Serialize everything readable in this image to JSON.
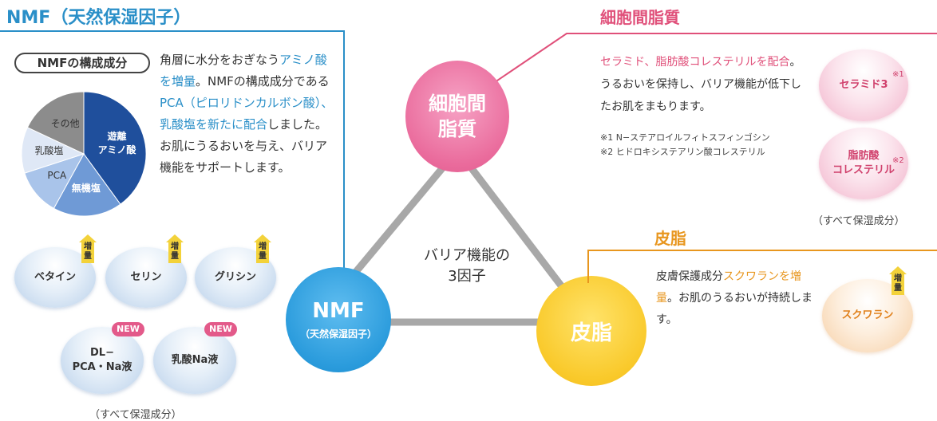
{
  "nmf_section": {
    "title": "NMF（天然保湿因子）",
    "badge": "NMFの構成成分",
    "desc": [
      {
        "t": "角層に水分をおぎなう",
        "c": ""
      },
      {
        "t": "アミノ酸を増量",
        "c": "blue"
      },
      {
        "t": "。NMFの構成成分である",
        "c": ""
      },
      {
        "t": "PCA（ピロリドンカルボン酸）、乳酸塩を新たに配合",
        "c": "blue"
      },
      {
        "t": "しました。お肌にうるおいを与え、バリア機能をサポートします。",
        "c": ""
      }
    ],
    "ingredients": [
      {
        "name": "ベタイン",
        "badge": "増量"
      },
      {
        "name": "セリン",
        "badge": "増量"
      },
      {
        "name": "グリシン",
        "badge": "増量"
      },
      {
        "name": "DL−\nPCA・Na液",
        "badge": "NEW"
      },
      {
        "name": "乳酸Na液",
        "badge": "NEW"
      }
    ],
    "note": "（すべて保湿成分）"
  },
  "chart_data": {
    "type": "pie",
    "title": "NMFの構成成分",
    "slices": [
      {
        "label": "遊離\nアミノ酸",
        "value": 40,
        "color": "#1f4f9c"
      },
      {
        "label": "無機塩",
        "value": 18,
        "color": "#6f9ad6"
      },
      {
        "label": "PCA",
        "value": 12,
        "color": "#a9c4ea"
      },
      {
        "label": "乳酸塩",
        "value": 12,
        "color": "#dfe8f6"
      },
      {
        "label": "その他",
        "value": 18,
        "color": "#8c8c8c"
      }
    ]
  },
  "factors": {
    "lipid": "細胞間\n脂質",
    "nmf_main": "NMF",
    "nmf_sub": "（天然保湿因子）",
    "sebum": "皮脂",
    "center": "バリア機能の\n3因子",
    "colors": {
      "lipid": "#e8679b",
      "nmf": "#2a9bdc",
      "sebum": "#f7c52a",
      "line": "#a8a8a8"
    }
  },
  "lipid_section": {
    "title": "細胞間脂質",
    "desc": [
      {
        "t": "セラミド、脂肪酸コレステリルを配合",
        "c": "pink"
      },
      {
        "t": "。うるおいを保持し、バリア機能が低下したお肌をまもります。",
        "c": ""
      }
    ],
    "notes": [
      "※1 N−ステアロイルフィトスフィンゴシン",
      "※2 ヒドロキシステアリン酸コレステリル"
    ],
    "ingredients": [
      {
        "name": "セラミド3",
        "mark": "※1"
      },
      {
        "name": "脂肪酸\nコレステリル",
        "mark": "※2"
      }
    ],
    "note": "（すべて保湿成分）"
  },
  "sebum_section": {
    "title": "皮脂",
    "desc": [
      {
        "t": "皮膚保護成分",
        "c": ""
      },
      {
        "t": "スクワランを増量",
        "c": "orange"
      },
      {
        "t": "。お肌のうるおいが持続します。",
        "c": ""
      }
    ],
    "ingredient": {
      "name": "スクワラン",
      "badge": "増量"
    }
  }
}
